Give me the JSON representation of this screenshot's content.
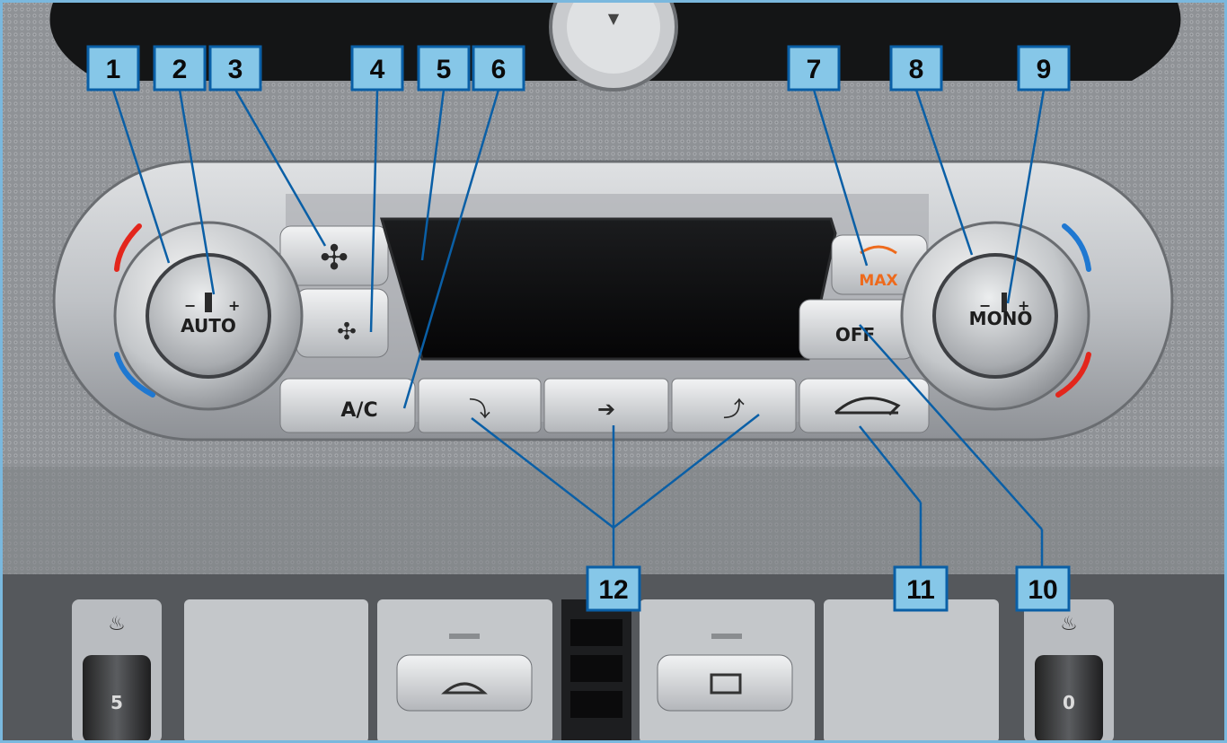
{
  "callouts": [
    {
      "number": "1"
    },
    {
      "number": "2"
    },
    {
      "number": "3"
    },
    {
      "number": "4"
    },
    {
      "number": "5"
    },
    {
      "number": "6"
    },
    {
      "number": "7"
    },
    {
      "number": "8"
    },
    {
      "number": "9"
    },
    {
      "number": "10"
    },
    {
      "number": "11"
    },
    {
      "number": "12"
    }
  ],
  "controls": {
    "left_knob_label": "AUTO",
    "left_knob_minus": "−",
    "left_knob_plus": "+",
    "right_knob_label": "MONO",
    "right_knob_minus": "−",
    "right_knob_plus": "+",
    "ac_label": "A/C",
    "off_label": "OFF",
    "max_label": "MAX",
    "seat_left_level": "5",
    "seat_right_level": "0"
  },
  "colors": {
    "callout_fill": "#86c7e8",
    "callout_border": "#0a5fa6",
    "leader_line": "#0a5fa6",
    "frame": "#7ab8de",
    "heat_red": "#e3261c",
    "cool_blue": "#1f78d1",
    "max_orange": "#ee6a1c"
  },
  "icons": [
    "fan-large-icon",
    "fan-small-icon",
    "max-defrost-icon",
    "feet-vent-icon",
    "face-vent-icon",
    "windscreen-feet-vent-icon",
    "recirculation-icon",
    "front-defrost-icon",
    "rear-defrost-icon",
    "seat-heat-icon"
  ]
}
